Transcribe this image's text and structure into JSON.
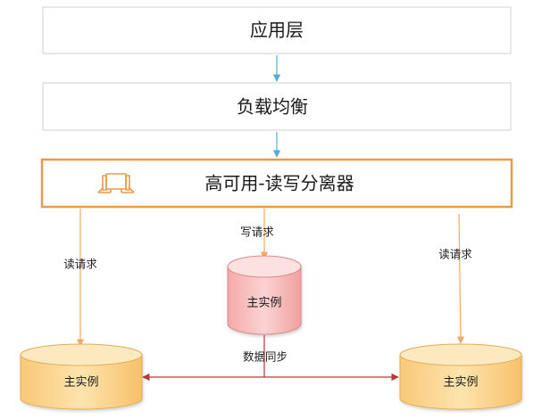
{
  "layers": {
    "app": {
      "label": "应用层"
    },
    "lb": {
      "label": "负载均衡"
    },
    "ha": {
      "label": "高可用-读写分离器"
    }
  },
  "edges": {
    "read_left": {
      "label": "读请求"
    },
    "write": {
      "label": "写请求"
    },
    "read_right": {
      "label": "读请求"
    },
    "sync": {
      "label": "数据同步"
    }
  },
  "databases": {
    "master": {
      "label": "主实例"
    },
    "replica_left": {
      "label": "主实例"
    },
    "replica_right": {
      "label": "主实例"
    }
  },
  "colors": {
    "box_border": "#d2d2d2",
    "ha_border": "#ec9a4a",
    "blue_arrow": "#4cb0d8",
    "orange_line": "#f3a865",
    "red_line": "#b23a3a",
    "master_fill": "#f7bcbc",
    "master_stroke": "#d98b8b",
    "replica_fill": "#fcd995",
    "replica_stroke": "#e3ad5a"
  },
  "icons": {
    "ha_icon": "scroll-banner-icon"
  }
}
